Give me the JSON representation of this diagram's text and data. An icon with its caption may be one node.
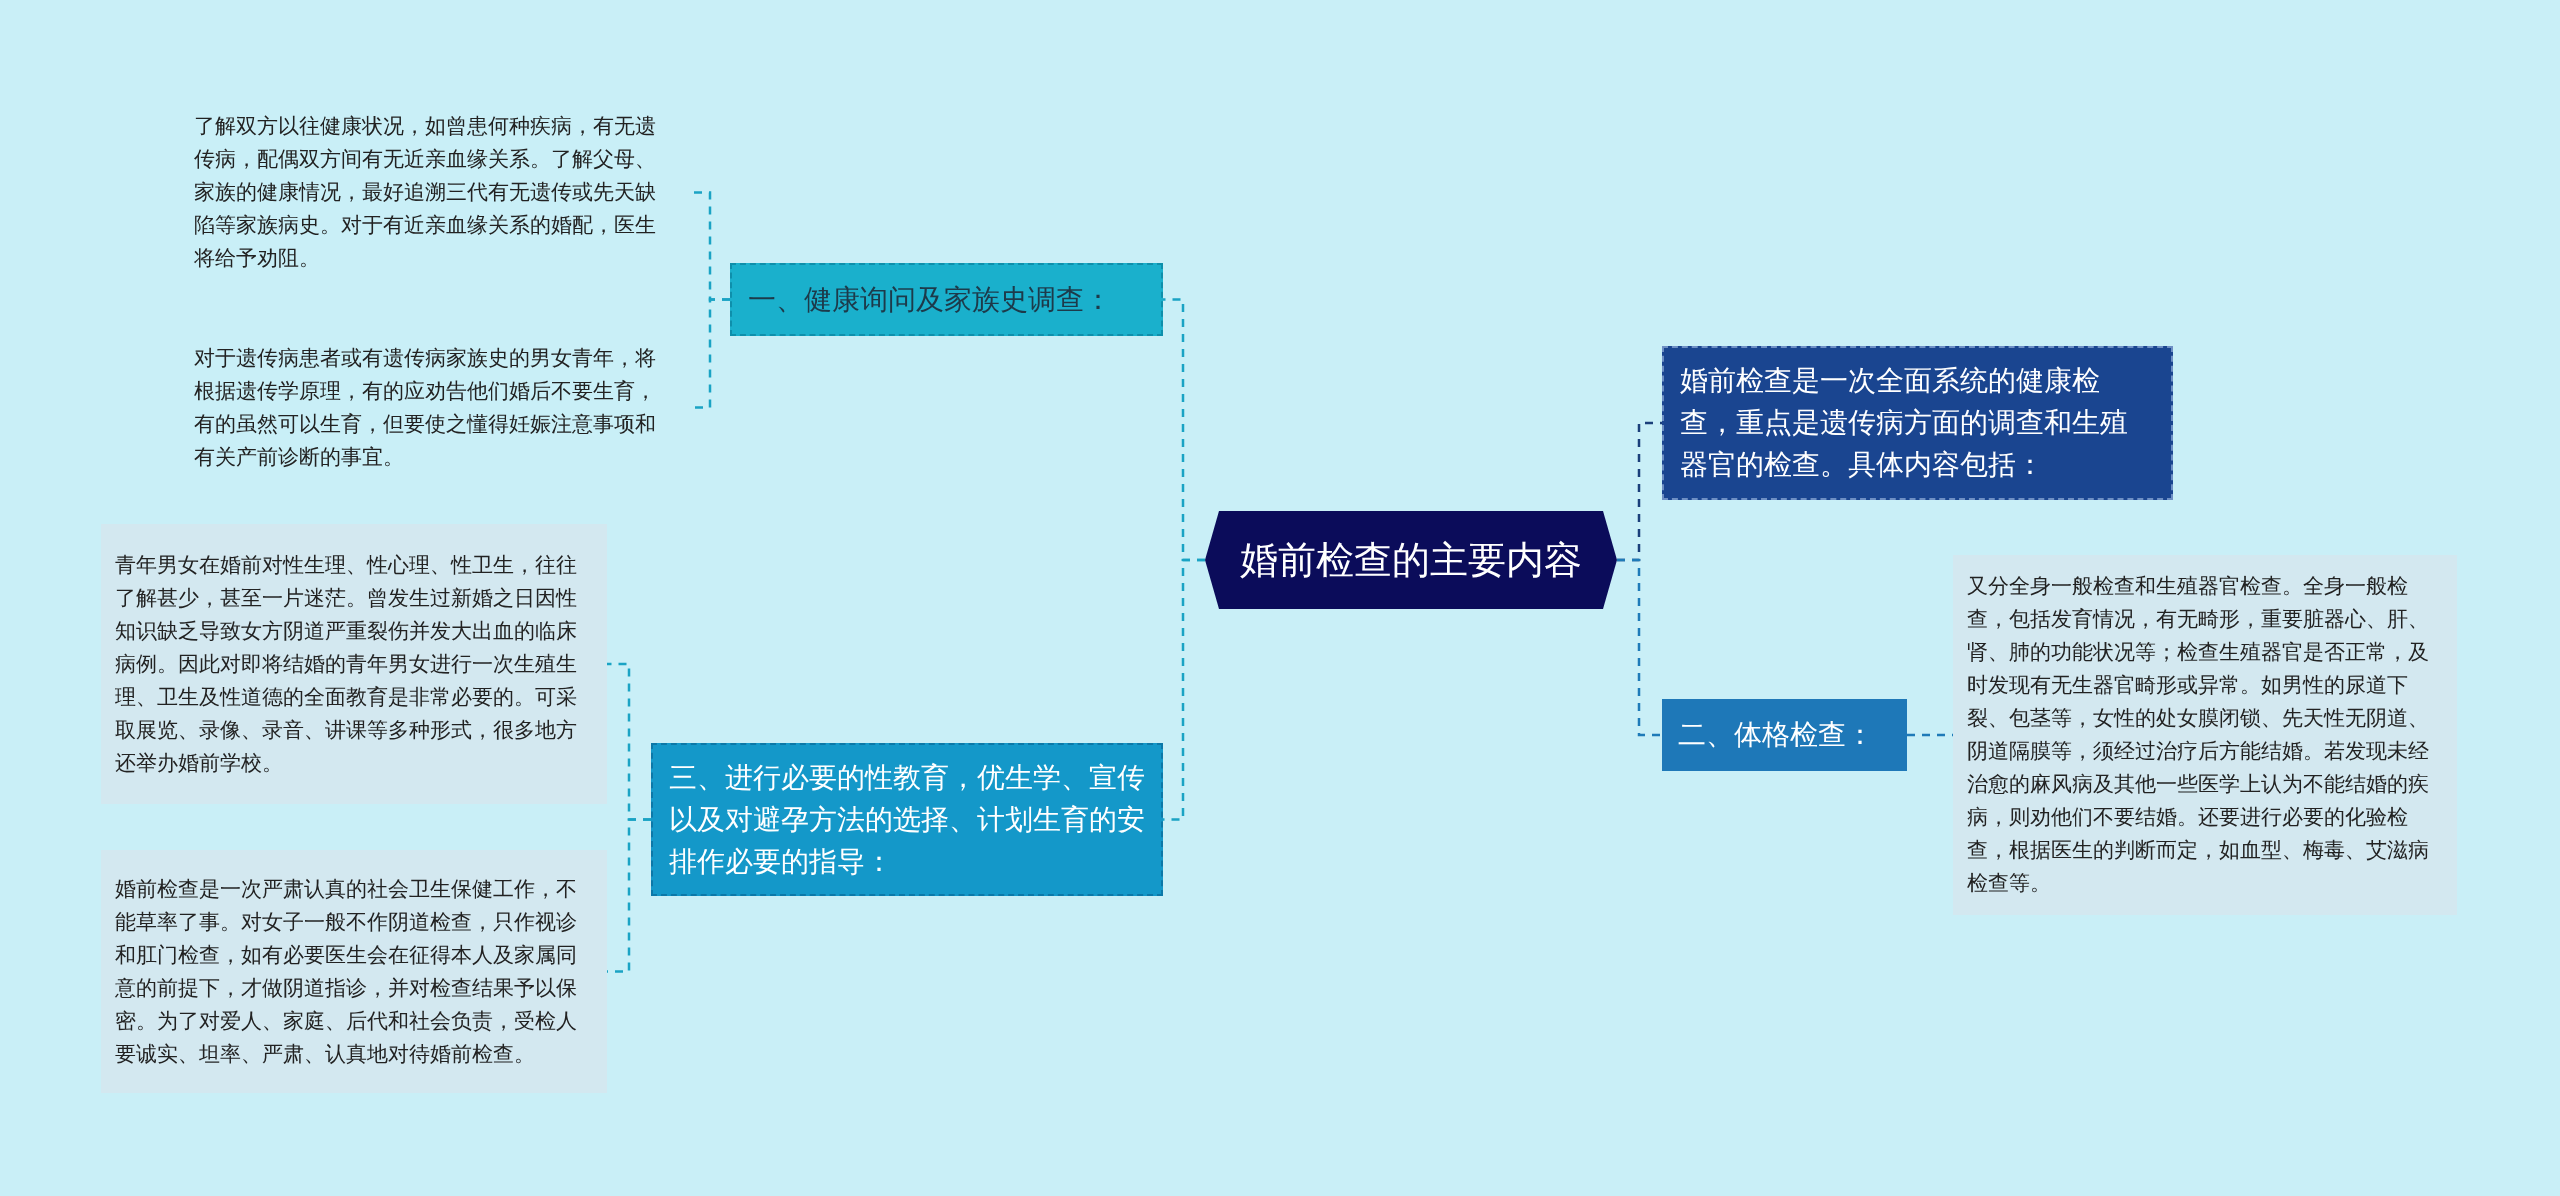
{
  "diagram": {
    "nodes": [
      {
        "text": [
          "婚前检查的主要内容"
        ]
      },
      {
        "text": [
          "一、健康询问及家族史调查："
        ]
      },
      {
        "text": [
          "了解双方以往健康状况，如曾患何种疾病，有无遗传病，配偶双方间有无近亲血缘关系。了解父母、家族的健康情况，最好追溯三代有无遗传或先天缺陷等家族病史。对于有近亲血缘关系的婚配，医生将给予劝阻。"
        ]
      },
      {
        "text": [
          "对于遗传病患者或有遗传病家族史的男女青年，将根据遗传学原理，有的应劝告他们婚后不要生育，有的虽然可以生育，但要使之懂得妊娠注意事项和有关产前诊断的事宜。"
        ]
      },
      {
        "text": [
          "三、进行必要的性教育，优生学、宣传以及对避孕方法的选择、计划生育的安排作必要的指导："
        ]
      },
      {
        "text": [
          "青年男女在婚前对性生理、性心理、性卫生，往往了解甚少，甚至一片迷茫。曾发生过新婚之日因性知识缺乏导致女方阴道严重裂伤并发大出血的临床病例。因此对即将结婚的青年男女进行一次生殖生理、卫生及性道德的全面教育是非常必要的。可采取展览、录像、录音、讲课等多种形式，很多地方还举办婚前学校。"
        ]
      },
      {
        "text": [
          "婚前检查是一次严肃认真的社会卫生保健工作，不能草率了事。对女子一般不作阴道检查，只作视诊和肛门检查，如有必要医生会在征得本人及家属同意的前提下，才做阴道指诊，并对检查结果予以保密。为了对爱人、家庭、后代和社会负责，受检人要诚实、坦率、严肃、认真地对待婚前检查。"
        ]
      },
      {
        "text": [
          "婚前检查是一次全面系统的健康检查，重点是遗传病方面的调查和生殖器官的检查。具体内容包括："
        ]
      },
      {
        "text": [
          "二、体格检查："
        ]
      },
      {
        "text": [
          "又分全身一般检查和生殖器官检查。全身一般检查，包括发育情况，有无畸形，重要脏器心、肝、肾、肺的功能状况等；检查生殖器官是否正常，及时发现有无生器官畸形或异常。如男性的尿道下裂、包茎等，女性的处女膜闭锁、先天性无阴道、阴道隔膜等，须经过治疗后方能结婚。若发现未经治愈的麻风病及其他一些医学上认为不能结婚的疾病，则劝他们不要结婚。还要进行必要的化验检查，根据医生的判断而定，如血型、梅毒、艾滋病检查等。"
        ]
      }
    ],
    "edges": [
      {
        "from": 0,
        "to": 1,
        "arrow": "none",
        "style": "dashed"
      },
      {
        "from": 1,
        "to": 2,
        "arrow": "none",
        "style": "dashed"
      },
      {
        "from": 1,
        "to": 3,
        "arrow": "none",
        "style": "dashed"
      },
      {
        "from": 0,
        "to": 4,
        "arrow": "none",
        "style": "dashed"
      },
      {
        "from": 4,
        "to": 5,
        "arrow": "none",
        "style": "dashed"
      },
      {
        "from": 4,
        "to": 6,
        "arrow": "none",
        "style": "dashed"
      },
      {
        "from": 0,
        "to": 7,
        "arrow": "none",
        "style": "dashed",
        "color": "#1a3f7a"
      },
      {
        "from": 0,
        "to": 8,
        "arrow": "none",
        "style": "dashed",
        "color": "#1e7ab8"
      },
      {
        "from": 8,
        "to": 9,
        "arrow": "none",
        "style": "dashed",
        "color": "#1e7ab8"
      }
    ]
  }
}
